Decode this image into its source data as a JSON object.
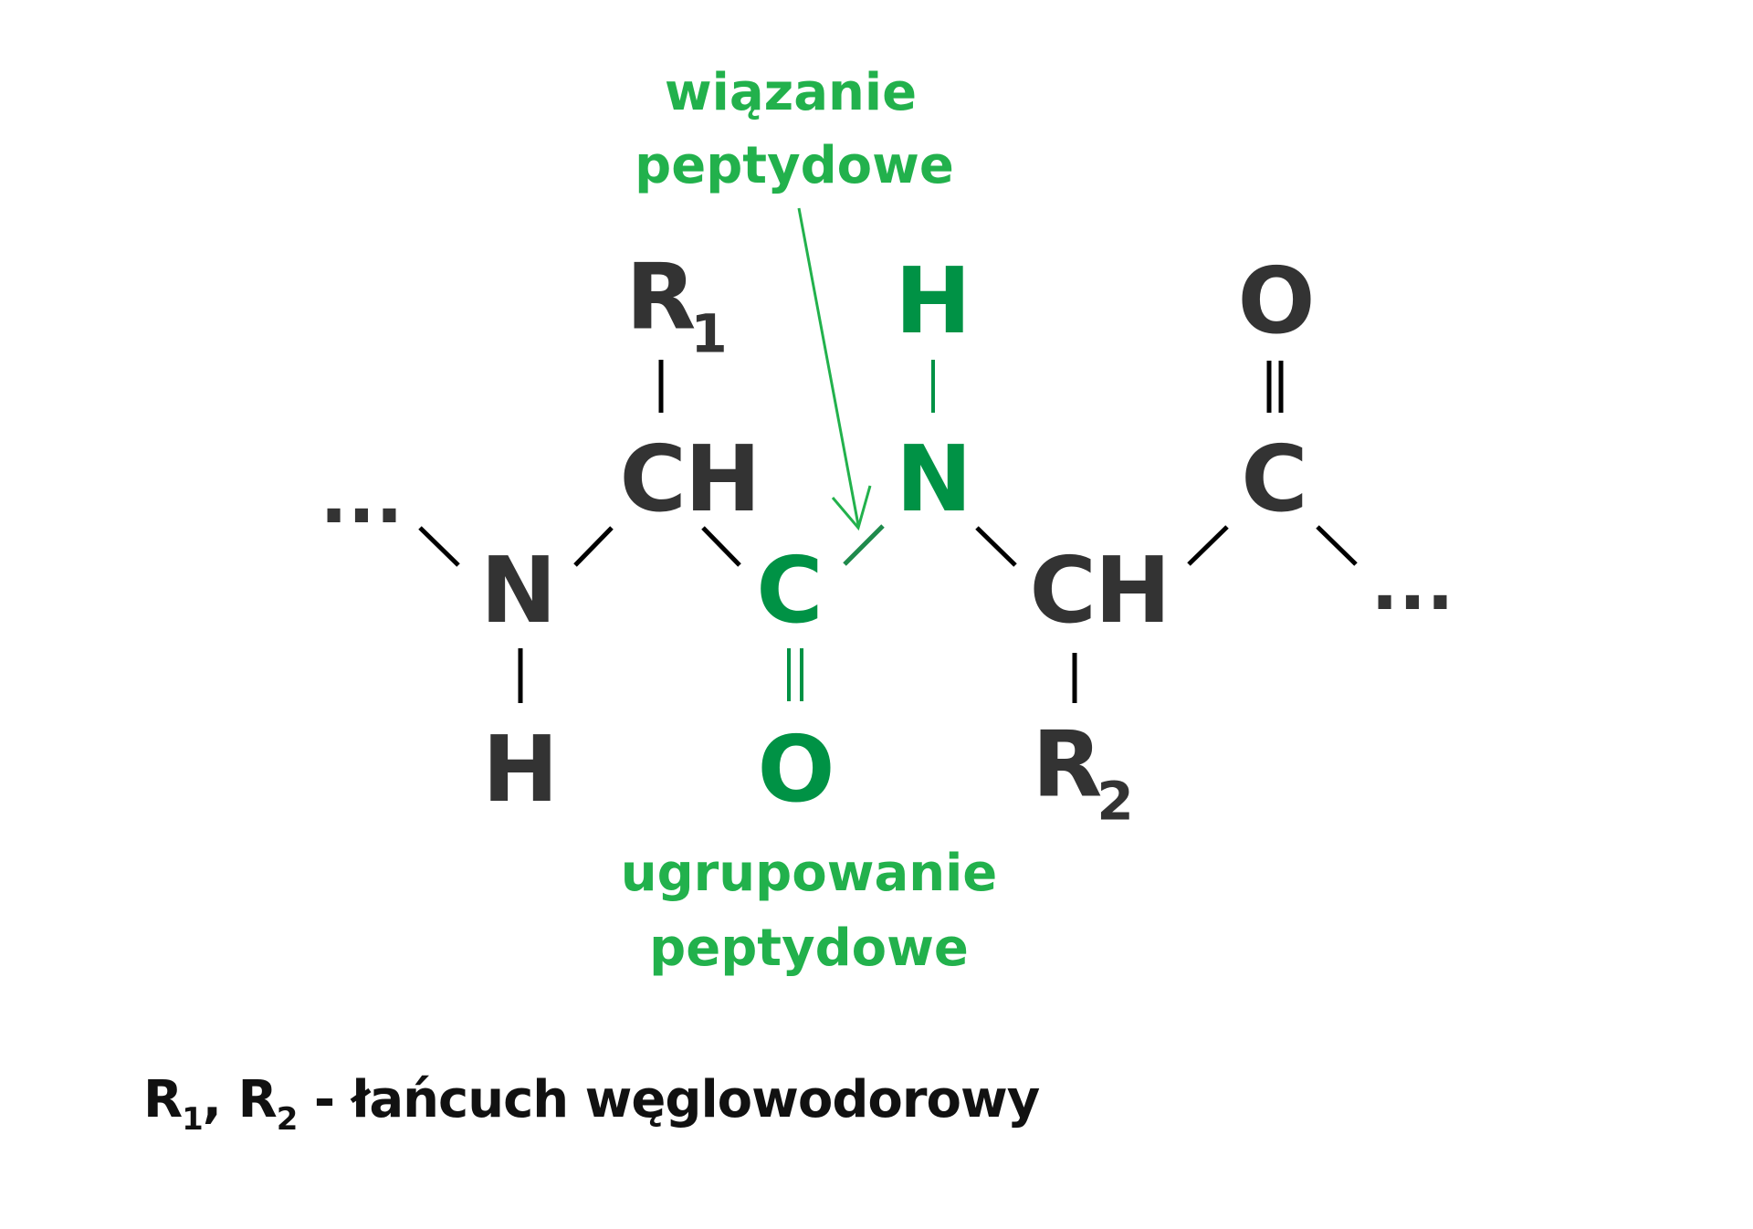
{
  "annotations": {
    "peptide_bond_line1": "wiązanie",
    "peptide_bond_line2": "peptydowe",
    "peptide_group_line1": "ugrupowanie",
    "peptide_group_line2": "peptydowe"
  },
  "atoms": {
    "r1": {
      "symbol": "R",
      "sub": "1"
    },
    "ch1": {
      "symbol": "CH"
    },
    "n_left": {
      "symbol": "N"
    },
    "h_bottom": {
      "symbol": "H"
    },
    "c_peptide": {
      "symbol": "C"
    },
    "o_peptide": {
      "symbol": "O"
    },
    "h_peptide": {
      "symbol": "H"
    },
    "n_peptide": {
      "symbol": "N"
    },
    "ch2": {
      "symbol": "CH"
    },
    "r2": {
      "symbol": "R",
      "sub": "2"
    },
    "o_top": {
      "symbol": "O"
    },
    "c_right": {
      "symbol": "C"
    }
  },
  "chain_ends": {
    "left": "...",
    "right": "..."
  },
  "legend": {
    "r1": "R",
    "r1_sub": "1",
    "sep": ", ",
    "r2": "R",
    "r2_sub": "2",
    "text": " - łańcuch węglowodorowy"
  },
  "colors": {
    "atom_dark": "#333333",
    "peptide_atoms": "#009245",
    "annotation": "#22b14c",
    "bond": "#000000"
  }
}
